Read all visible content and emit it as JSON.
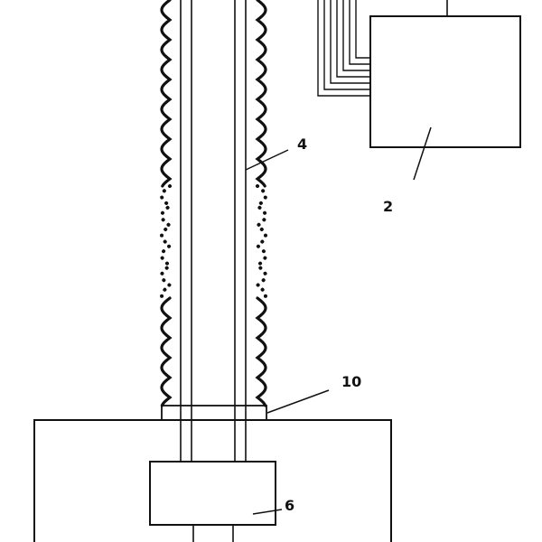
{
  "reference_numerals": {
    "casing": "4",
    "unit": "2",
    "collar": "10",
    "module": "6"
  }
}
